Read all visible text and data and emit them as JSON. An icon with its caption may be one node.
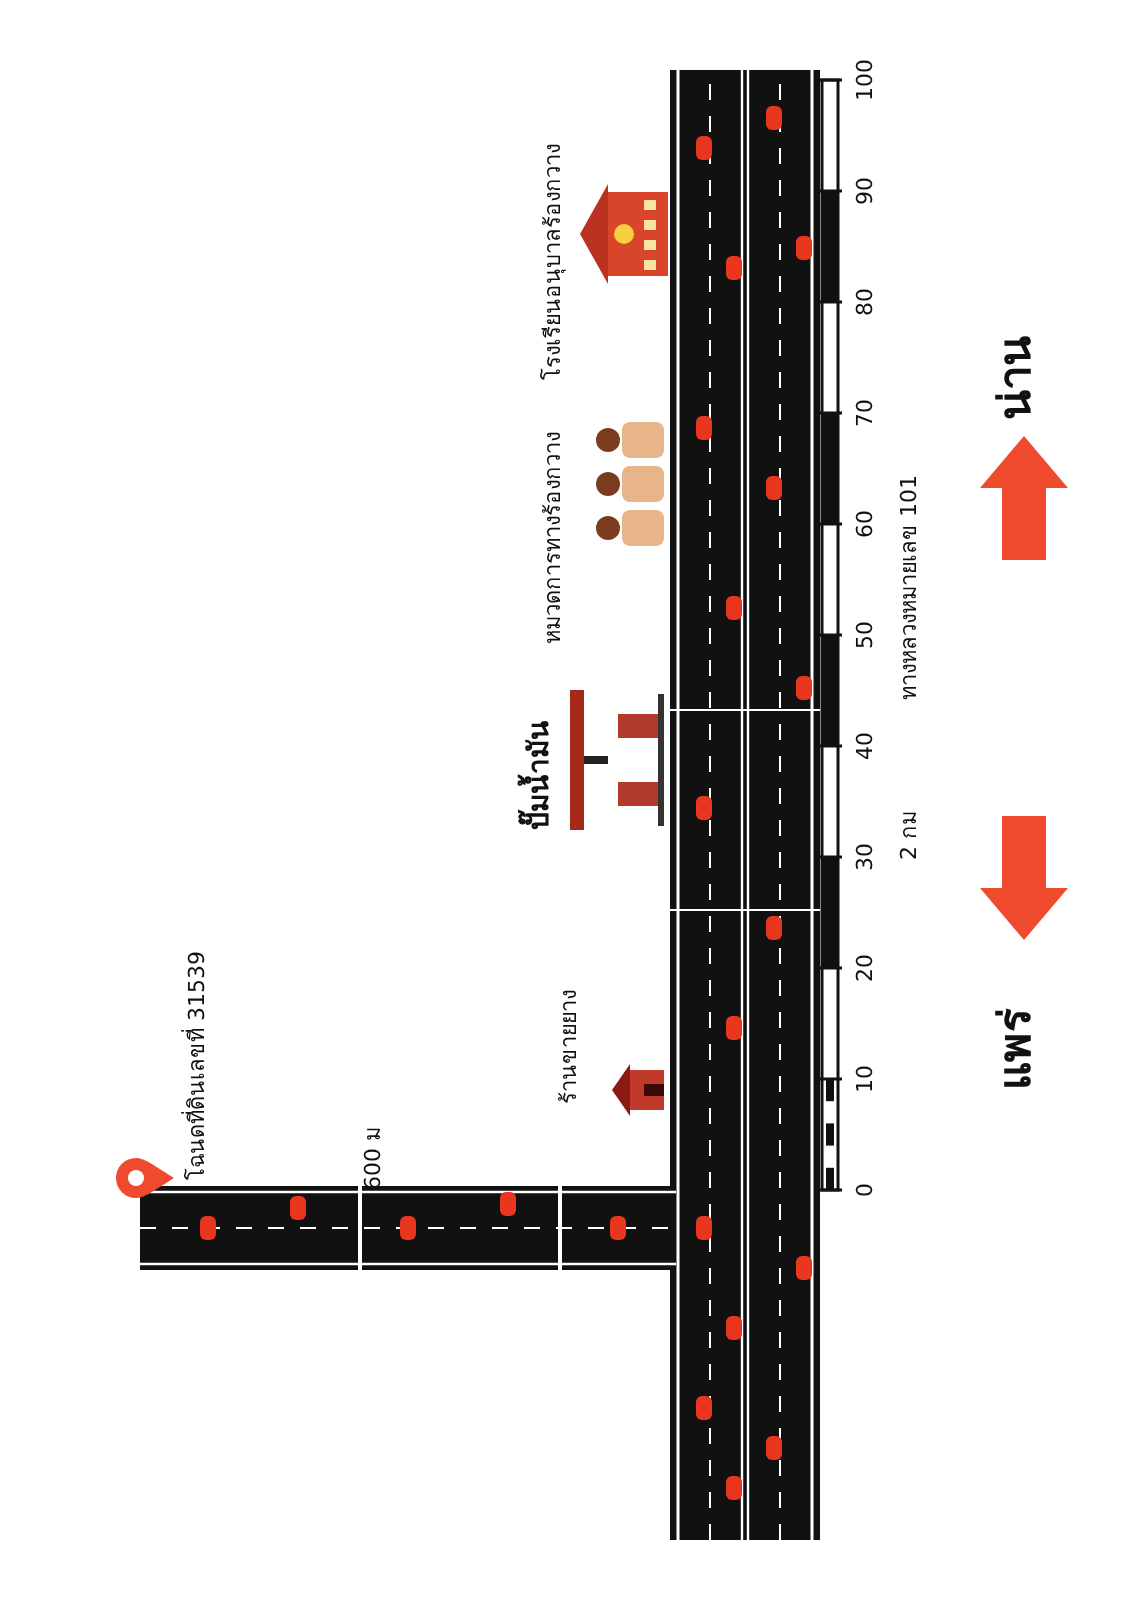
{
  "diagram": {
    "labels": [
      "โฉนดที่ดินเลขที่ 31539",
      "600 ม",
      "ร้านขายยาง",
      "ปั๊มน้ำมัน",
      "หมวดการทางร้องกวาง",
      "โรงเรียนอนุบาลร้องกวาง",
      "0",
      "10",
      "20",
      "30",
      "40",
      "50",
      "60",
      "70",
      "80",
      "90",
      "100",
      "2 กม",
      "ทางหลวงหมายเลข 101",
      "แพร่",
      "น่าน"
    ]
  }
}
